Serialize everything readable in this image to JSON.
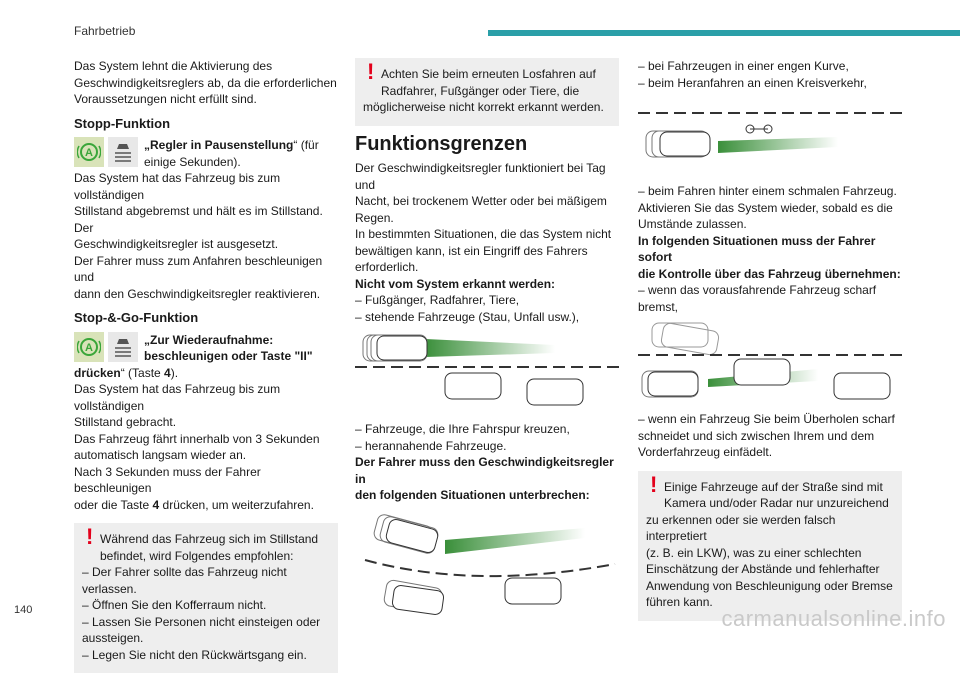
{
  "header": {
    "title": "Fahrbetrieb",
    "accent": "#2a9fa8"
  },
  "page_number": "140",
  "watermark": "carmanualsonline.info",
  "col1": {
    "intro": [
      "Das System lehnt die Aktivierung des",
      "Geschwindigkeitsreglers ab, da die erforderlichen",
      "Voraussetzungen nicht erfüllt sind."
    ],
    "stopp_heading": "Stopp-Funktion",
    "stopp_icon_text_a": "„Regler in Pausenstellung",
    "stopp_icon_text_b": "“ (für",
    "stopp_icon_text_c": "einige Sekunden).",
    "stopp_body": [
      "Das System hat das Fahrzeug bis zum vollständigen",
      "Stillstand abgebremst und hält es im Stillstand. Der",
      "Geschwindigkeitsregler ist ausgesetzt.",
      "Der Fahrer muss zum Anfahren beschleunigen und",
      "dann den Geschwindigkeitsregler reaktivieren."
    ],
    "stopgo_heading": "Stop-&-Go-Funktion",
    "stopgo_icon_text_a": "„Zur Wiederaufnahme:",
    "stopgo_icon_text_b": "beschleunigen oder Taste \"II\"",
    "stopgo_icon_text_c": "drücken",
    "stopgo_icon_text_d": "“ (Taste ",
    "stopgo_icon_text_e": "4",
    "stopgo_icon_text_f": ").",
    "stopgo_body": [
      "Das System hat das Fahrzeug bis zum vollständigen",
      "Stillstand gebracht.",
      "Das Fahrzeug fährt innerhalb von 3 Sekunden",
      "automatisch langsam wieder an.",
      "Nach 3 Sekunden muss der Fahrer beschleunigen",
      "oder die Taste "
    ],
    "stopgo_key": "4",
    "stopgo_tail": " drücken, um weiterzufahren.",
    "warning": [
      "Während das Fahrzeug sich im Stillstand",
      "befindet, wird Folgendes empfohlen:",
      "– Der Fahrer sollte das Fahrzeug nicht",
      "verlassen.",
      "– Öffnen Sie den Kofferraum nicht.",
      "– Lassen Sie Personen nicht einsteigen oder",
      "aussteigen.",
      "– Legen Sie nicht den Rückwärtsgang ein."
    ]
  },
  "col2": {
    "warning": [
      "Achten Sie beim erneuten Losfahren auf",
      "Radfahrer, Fußgänger oder Tiere, die",
      "möglicherweise nicht korrekt erkannt werden."
    ],
    "heading": "Funktionsgrenzen",
    "body": [
      "Der Geschwindigkeitsregler funktioniert bei Tag und",
      "Nacht, bei trockenem Wetter oder bei mäßigem",
      "Regen.",
      "In bestimmten Situationen, die das System nicht",
      "bewältigen kann, ist ein Eingriff des Fahrers",
      "erforderlich."
    ],
    "not_detected": "Nicht vom System erkannt werden:",
    "list1": [
      "– Fußgänger, Radfahrer, Tiere,",
      "– stehende Fahrzeuge (Stau, Unfall usw.),"
    ],
    "list2": [
      "– Fahrzeuge, die Ihre Fahrspur kreuzen,",
      "– herannahende Fahrzeuge."
    ],
    "interrupt": [
      "Der Fahrer muss den Geschwindigkeitsregler in",
      "den folgenden Situationen unterbrechen:"
    ]
  },
  "col3": {
    "list1": [
      "– bei Fahrzeugen in einer engen Kurve,",
      "– beim Heranfahren an einen Kreisverkehr,"
    ],
    "list2": [
      "– beim Fahren hinter einem schmalen Fahrzeug."
    ],
    "reactivate": [
      "Aktivieren Sie das System wieder, sobald es die",
      "Umstände zulassen."
    ],
    "takeover": [
      "In folgenden Situationen muss der Fahrer sofort",
      "die Kontrolle über das Fahrzeug übernehmen:"
    ],
    "list3": [
      "– wenn das vorausfahrende Fahrzeug scharf",
      "bremst,"
    ],
    "list4": [
      "– wenn ein Fahrzeug Sie beim Überholen scharf",
      "schneidet und sich zwischen Ihrem und dem",
      "Vorderfahrzeug einfädelt."
    ],
    "warning": [
      "Einige Fahrzeuge auf der Straße sind mit",
      "Kamera und/oder Radar nur unzureichend",
      "zu erkennen oder sie werden falsch interpretiert",
      "(z. B. ein LKW), was zu einer schlechten",
      "Einschätzung der Abstände und fehlerhafter",
      "Anwendung von Beschleunigung oder Bremse",
      "führen kann."
    ]
  }
}
